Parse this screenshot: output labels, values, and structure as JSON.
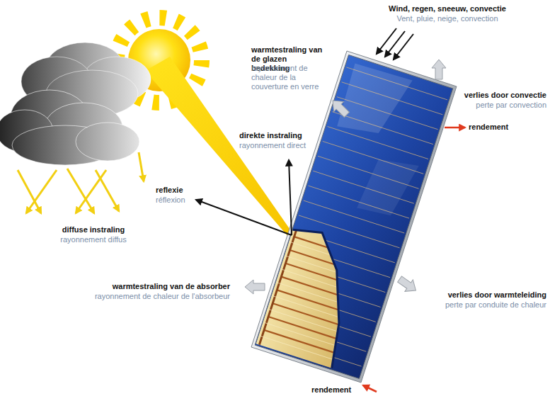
{
  "diagram": {
    "labels": [
      "Wind, regen, sneeuw, convectie",
      "Vent, pluie, neige, convection",
      "warmtestraling van de glazen bedekking",
      "rayonnement de chaleur de la couverture en verre",
      "verlies door convectie",
      "perte par convection",
      "direkte instraling",
      "rayonnement direct",
      "rendement",
      "reflexie",
      "réflexion",
      "diffuse instraling",
      "rayonnement diffus",
      "warmtestraling van de absorber",
      "rayonnement de chaleur de l'absorbeur",
      "verlies door warmteleiding",
      "perte par conduite de chaleur",
      "rendement"
    ]
  }
}
